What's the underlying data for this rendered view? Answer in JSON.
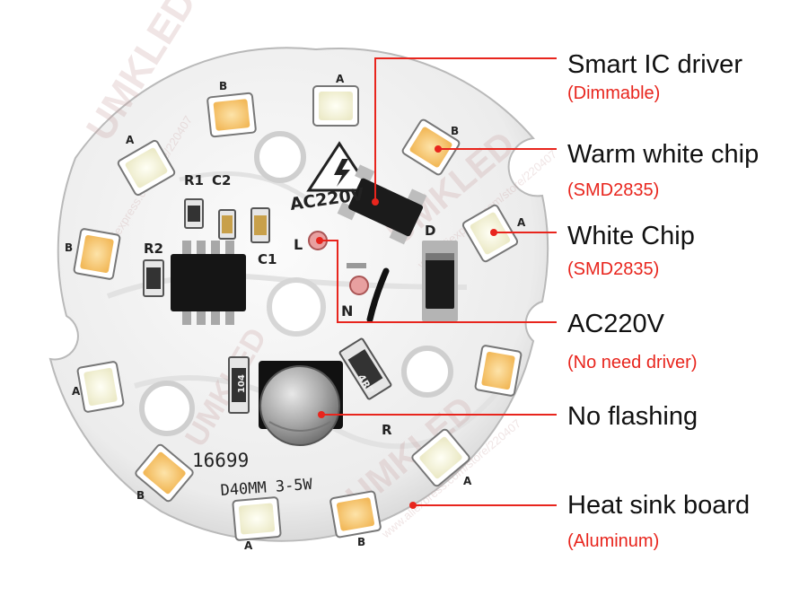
{
  "callouts": [
    {
      "title": "Smart IC driver",
      "subtitle": "(Dimmable)"
    },
    {
      "title": "Warm white chip",
      "subtitle": "(SMD2835)"
    },
    {
      "title": "White Chip",
      "subtitle": "(SMD2835)"
    },
    {
      "title": "AC220V",
      "subtitle": "(No need driver)"
    },
    {
      "title": "No flashing",
      "subtitle": ""
    },
    {
      "title": "Heat sink board",
      "subtitle": "(Aluminum)"
    }
  ],
  "board": {
    "silkscreen": {
      "voltage": "AC220V",
      "part_number": "16699",
      "size_power": "D40MM 3-5W",
      "live": "L",
      "neutral": "N",
      "refs": [
        "R1",
        "C2",
        "R2",
        "C1",
        "D",
        "R"
      ],
      "led_letters": [
        "A",
        "B"
      ],
      "resistor_code": "4R7",
      "cap_code": "104"
    },
    "watermark": {
      "brand": "UMKLED",
      "url": "www.aliexpress.com/store/220407"
    }
  },
  "colors": {
    "callout_line": "#e8251d",
    "subtitle": "#e8251d",
    "title": "#111111",
    "warm_led": "#f6c36a",
    "white_led": "#f4f3df"
  }
}
